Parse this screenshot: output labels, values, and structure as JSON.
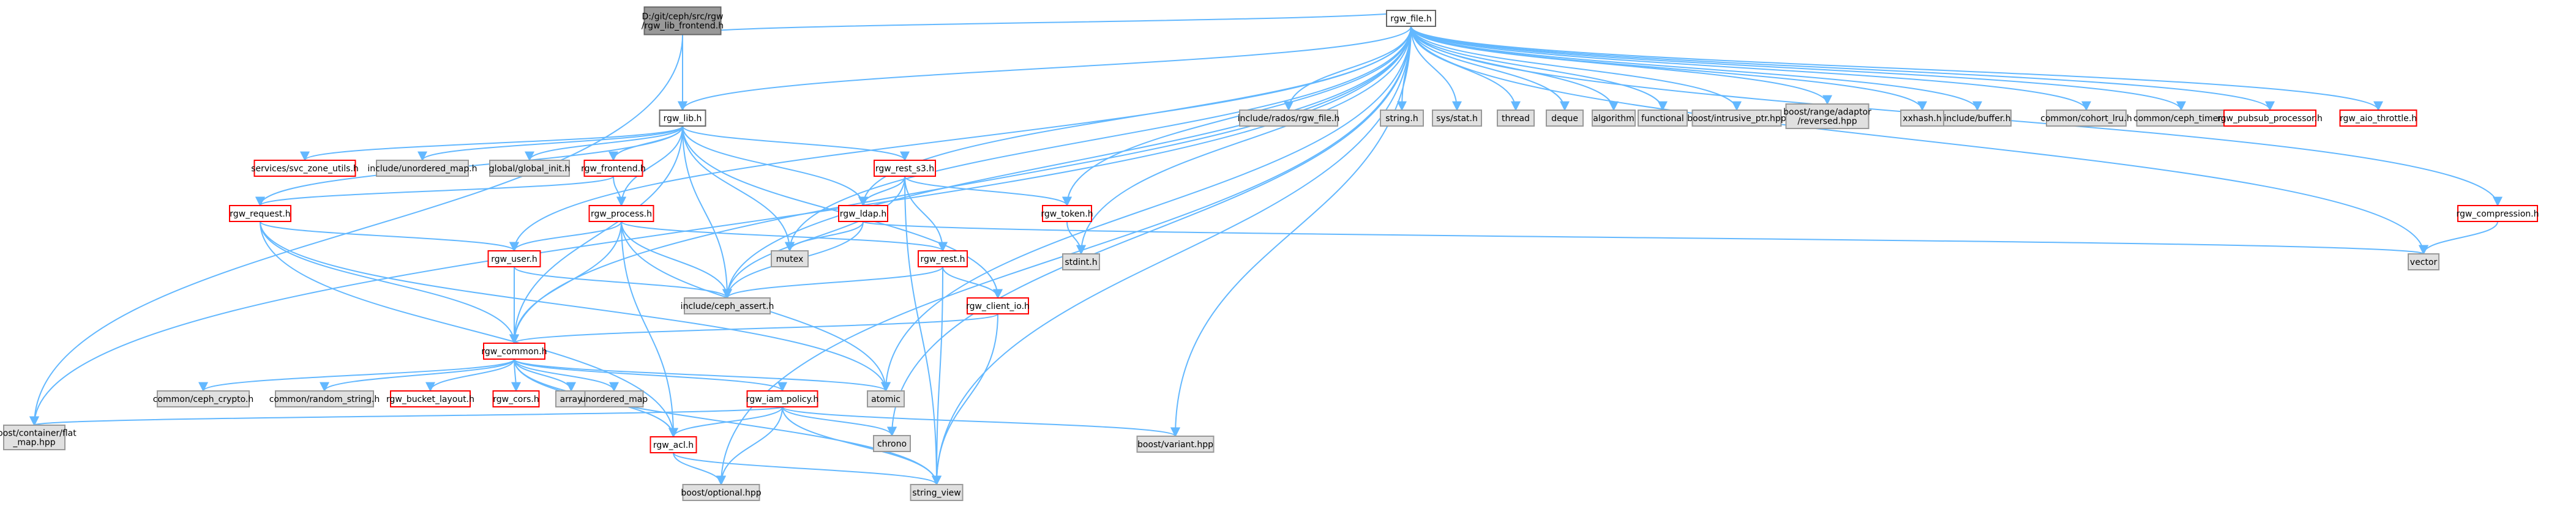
{
  "graph": {
    "style": {
      "edge_color": "#63b8ff",
      "root_fill": "#999999",
      "system_fill": "#e0e0e0",
      "system_stroke": "#999999",
      "local_fill": "#ffffff",
      "local_stroke": "#ff0000"
    },
    "nodes": [
      {
        "id": "root",
        "lines": [
          "D:/git/ceph/src/rgw",
          "/rgw_lib_frontend.h"
        ],
        "kind": "root"
      },
      {
        "id": "rgw_lib_h",
        "lines": [
          "rgw_lib.h"
        ],
        "kind": "plain"
      },
      {
        "id": "rgw_file_h",
        "lines": [
          "rgw_file.h"
        ],
        "kind": "plain"
      },
      {
        "id": "include_rados_rgw_file_h",
        "lines": [
          "include/rados/rgw_file.h"
        ],
        "kind": "system"
      },
      {
        "id": "string_h",
        "lines": [
          "string.h"
        ],
        "kind": "system"
      },
      {
        "id": "sys_stat_h",
        "lines": [
          "sys/stat.h"
        ],
        "kind": "system"
      },
      {
        "id": "thread",
        "lines": [
          "thread"
        ],
        "kind": "system"
      },
      {
        "id": "deque",
        "lines": [
          "deque"
        ],
        "kind": "system"
      },
      {
        "id": "algorithm",
        "lines": [
          "algorithm"
        ],
        "kind": "system"
      },
      {
        "id": "functional",
        "lines": [
          "functional"
        ],
        "kind": "system"
      },
      {
        "id": "boost_intrusive_ptr",
        "lines": [
          "boost/intrusive_ptr.hpp"
        ],
        "kind": "system"
      },
      {
        "id": "boost_range_reversed",
        "lines": [
          "boost/range/adaptor",
          "/reversed.hpp"
        ],
        "kind": "system"
      },
      {
        "id": "xxhash_h",
        "lines": [
          "xxhash.h"
        ],
        "kind": "system"
      },
      {
        "id": "include_buffer_h",
        "lines": [
          "include/buffer.h"
        ],
        "kind": "system"
      },
      {
        "id": "common_cohort_lru_h",
        "lines": [
          "common/cohort_lru.h"
        ],
        "kind": "system"
      },
      {
        "id": "common_ceph_timer_h",
        "lines": [
          "common/ceph_timer.h"
        ],
        "kind": "system"
      },
      {
        "id": "rgw_pubsub_processor_h",
        "lines": [
          "rgw_pubsub_processor.h"
        ],
        "kind": "local"
      },
      {
        "id": "rgw_aio_throttle_h",
        "lines": [
          "rgw_aio_throttle.h"
        ],
        "kind": "local"
      },
      {
        "id": "services_svc_zone_utils_h",
        "lines": [
          "services/svc_zone_utils.h"
        ],
        "kind": "local"
      },
      {
        "id": "include_unordered_map_h",
        "lines": [
          "include/unordered_map.h"
        ],
        "kind": "system"
      },
      {
        "id": "global_global_init_h",
        "lines": [
          "global/global_init.h"
        ],
        "kind": "system"
      },
      {
        "id": "rgw_frontend_h",
        "lines": [
          "rgw_frontend.h"
        ],
        "kind": "local"
      },
      {
        "id": "rgw_rest_s3_h",
        "lines": [
          "rgw_rest_s3.h"
        ],
        "kind": "local"
      },
      {
        "id": "rgw_process_h",
        "lines": [
          "rgw_process.h"
        ],
        "kind": "local"
      },
      {
        "id": "rgw_ldap_h",
        "lines": [
          "rgw_ldap.h"
        ],
        "kind": "local"
      },
      {
        "id": "rgw_token_h",
        "lines": [
          "rgw_token.h"
        ],
        "kind": "local"
      },
      {
        "id": "rgw_request_h",
        "lines": [
          "rgw_request.h"
        ],
        "kind": "local"
      },
      {
        "id": "rgw_compression_h",
        "lines": [
          "rgw_compression.h"
        ],
        "kind": "local"
      },
      {
        "id": "mutex",
        "lines": [
          "mutex"
        ],
        "kind": "system"
      },
      {
        "id": "stdint_h",
        "lines": [
          "stdint.h"
        ],
        "kind": "system"
      },
      {
        "id": "vector",
        "lines": [
          "vector"
        ],
        "kind": "system"
      },
      {
        "id": "rgw_user_h",
        "lines": [
          "rgw_user.h"
        ],
        "kind": "local"
      },
      {
        "id": "rgw_rest_h",
        "lines": [
          "rgw_rest.h"
        ],
        "kind": "local"
      },
      {
        "id": "include_ceph_assert_h",
        "lines": [
          "include/ceph_assert.h"
        ],
        "kind": "system"
      },
      {
        "id": "rgw_client_io_h",
        "lines": [
          "rgw_client_io.h"
        ],
        "kind": "local"
      },
      {
        "id": "rgw_common_h",
        "lines": [
          "rgw_common.h"
        ],
        "kind": "local"
      },
      {
        "id": "common_ceph_crypto_h",
        "lines": [
          "common/ceph_crypto.h"
        ],
        "kind": "system"
      },
      {
        "id": "common_random_string_h",
        "lines": [
          "common/random_string.h"
        ],
        "kind": "system"
      },
      {
        "id": "rgw_bucket_layout_h",
        "lines": [
          "rgw_bucket_layout.h"
        ],
        "kind": "local"
      },
      {
        "id": "rgw_cors_h",
        "lines": [
          "rgw_cors.h"
        ],
        "kind": "local"
      },
      {
        "id": "array",
        "lines": [
          "array"
        ],
        "kind": "system"
      },
      {
        "id": "unordered_map",
        "lines": [
          "unordered_map"
        ],
        "kind": "system"
      },
      {
        "id": "atomic",
        "lines": [
          "atomic"
        ],
        "kind": "system"
      },
      {
        "id": "rgw_iam_policy_h",
        "lines": [
          "rgw_iam_policy.h"
        ],
        "kind": "local"
      },
      {
        "id": "boost_container_flat_map",
        "lines": [
          "boost/container/flat",
          "_map.hpp"
        ],
        "kind": "system"
      },
      {
        "id": "chrono",
        "lines": [
          "chrono"
        ],
        "kind": "system"
      },
      {
        "id": "boost_variant_hpp",
        "lines": [
          "boost/variant.hpp"
        ],
        "kind": "system"
      },
      {
        "id": "rgw_acl_h",
        "lines": [
          "rgw_acl.h"
        ],
        "kind": "local"
      },
      {
        "id": "boost_optional_hpp",
        "lines": [
          "boost/optional.hpp"
        ],
        "kind": "system"
      },
      {
        "id": "string_view",
        "lines": [
          "string_view"
        ],
        "kind": "system"
      }
    ],
    "edges": [
      [
        "root",
        "rgw_lib_h"
      ],
      [
        "root",
        "rgw_file_h"
      ],
      [
        "root",
        "boost_container_flat_map"
      ],
      [
        "rgw_file_h",
        "include_rados_rgw_file_h"
      ],
      [
        "rgw_file_h",
        "string_h"
      ],
      [
        "rgw_file_h",
        "sys_stat_h"
      ],
      [
        "rgw_file_h",
        "thread"
      ],
      [
        "rgw_file_h",
        "deque"
      ],
      [
        "rgw_file_h",
        "algorithm"
      ],
      [
        "rgw_file_h",
        "functional"
      ],
      [
        "rgw_file_h",
        "boost_intrusive_ptr"
      ],
      [
        "rgw_file_h",
        "boost_range_reversed"
      ],
      [
        "rgw_file_h",
        "xxhash_h"
      ],
      [
        "rgw_file_h",
        "include_buffer_h"
      ],
      [
        "rgw_file_h",
        "common_cohort_lru_h"
      ],
      [
        "rgw_file_h",
        "common_ceph_timer_h"
      ],
      [
        "rgw_file_h",
        "rgw_pubsub_processor_h"
      ],
      [
        "rgw_file_h",
        "rgw_aio_throttle_h"
      ],
      [
        "rgw_file_h",
        "rgw_lib_h"
      ],
      [
        "rgw_file_h",
        "rgw_ldap_h"
      ],
      [
        "rgw_file_h",
        "rgw_token_h"
      ],
      [
        "rgw_file_h",
        "rgw_compression_h"
      ],
      [
        "rgw_file_h",
        "mutex"
      ],
      [
        "rgw_file_h",
        "stdint_h"
      ],
      [
        "rgw_file_h",
        "vector"
      ],
      [
        "rgw_file_h",
        "include_ceph_assert_h"
      ],
      [
        "rgw_file_h",
        "rgw_common_h"
      ],
      [
        "rgw_file_h",
        "atomic"
      ],
      [
        "rgw_file_h",
        "chrono"
      ],
      [
        "rgw_file_h",
        "boost_variant_hpp"
      ],
      [
        "rgw_file_h",
        "string_view"
      ],
      [
        "rgw_file_h",
        "boost_container_flat_map"
      ],
      [
        "rgw_file_h",
        "boost_optional_hpp"
      ],
      [
        "rgw_file_h",
        "rgw_user_h"
      ],
      [
        "rgw_lib_h",
        "services_svc_zone_utils_h"
      ],
      [
        "rgw_lib_h",
        "include_unordered_map_h"
      ],
      [
        "rgw_lib_h",
        "global_global_init_h"
      ],
      [
        "rgw_lib_h",
        "rgw_frontend_h"
      ],
      [
        "rgw_lib_h",
        "rgw_rest_s3_h"
      ],
      [
        "rgw_lib_h",
        "rgw_process_h"
      ],
      [
        "rgw_lib_h",
        "rgw_ldap_h"
      ],
      [
        "rgw_lib_h",
        "rgw_request_h"
      ],
      [
        "rgw_lib_h",
        "mutex"
      ],
      [
        "rgw_lib_h",
        "include_ceph_assert_h"
      ],
      [
        "rgw_lib_h",
        "rgw_client_io_h"
      ],
      [
        "rgw_lib_h",
        "rgw_common_h"
      ],
      [
        "rgw_frontend_h",
        "rgw_process_h"
      ],
      [
        "rgw_frontend_h",
        "rgw_request_h"
      ],
      [
        "rgw_rest_s3_h",
        "rgw_ldap_h"
      ],
      [
        "rgw_rest_s3_h",
        "rgw_token_h"
      ],
      [
        "rgw_rest_s3_h",
        "rgw_rest_h"
      ],
      [
        "rgw_rest_s3_h",
        "include_ceph_assert_h"
      ],
      [
        "rgw_rest_s3_h",
        "string_view"
      ],
      [
        "rgw_ldap_h",
        "mutex"
      ],
      [
        "rgw_ldap_h",
        "include_ceph_assert_h"
      ],
      [
        "rgw_ldap_h",
        "vector"
      ],
      [
        "rgw_token_h",
        "stdint_h"
      ],
      [
        "rgw_process_h",
        "rgw_user_h"
      ],
      [
        "rgw_process_h",
        "rgw_rest_h"
      ],
      [
        "rgw_process_h",
        "include_ceph_assert_h"
      ],
      [
        "rgw_process_h",
        "rgw_common_h"
      ],
      [
        "rgw_process_h",
        "rgw_acl_h"
      ],
      [
        "rgw_process_h",
        "atomic"
      ],
      [
        "rgw_request_h",
        "rgw_user_h"
      ],
      [
        "rgw_request_h",
        "rgw_common_h"
      ],
      [
        "rgw_request_h",
        "rgw_acl_h"
      ],
      [
        "rgw_request_h",
        "atomic"
      ],
      [
        "rgw_compression_h",
        "vector"
      ],
      [
        "rgw_user_h",
        "include_ceph_assert_h"
      ],
      [
        "rgw_user_h",
        "rgw_common_h"
      ],
      [
        "rgw_rest_h",
        "include_ceph_assert_h"
      ],
      [
        "rgw_rest_h",
        "rgw_client_io_h"
      ],
      [
        "rgw_rest_h",
        "string_view"
      ],
      [
        "rgw_client_io_h",
        "rgw_common_h"
      ],
      [
        "rgw_client_io_h",
        "string_view"
      ],
      [
        "rgw_common_h",
        "common_ceph_crypto_h"
      ],
      [
        "rgw_common_h",
        "common_random_string_h"
      ],
      [
        "rgw_common_h",
        "rgw_bucket_layout_h"
      ],
      [
        "rgw_common_h",
        "rgw_cors_h"
      ],
      [
        "rgw_common_h",
        "array"
      ],
      [
        "rgw_common_h",
        "unordered_map"
      ],
      [
        "rgw_common_h",
        "atomic"
      ],
      [
        "rgw_common_h",
        "rgw_iam_policy_h"
      ],
      [
        "rgw_common_h",
        "rgw_acl_h"
      ],
      [
        "rgw_common_h",
        "string_view"
      ],
      [
        "rgw_iam_policy_h",
        "boost_container_flat_map"
      ],
      [
        "rgw_iam_policy_h",
        "chrono"
      ],
      [
        "rgw_iam_policy_h",
        "boost_variant_hpp"
      ],
      [
        "rgw_iam_policy_h",
        "rgw_acl_h"
      ],
      [
        "rgw_iam_policy_h",
        "boost_optional_hpp"
      ],
      [
        "rgw_iam_policy_h",
        "string_view"
      ],
      [
        "rgw_acl_h",
        "boost_optional_hpp"
      ],
      [
        "rgw_acl_h",
        "string_view"
      ]
    ]
  }
}
